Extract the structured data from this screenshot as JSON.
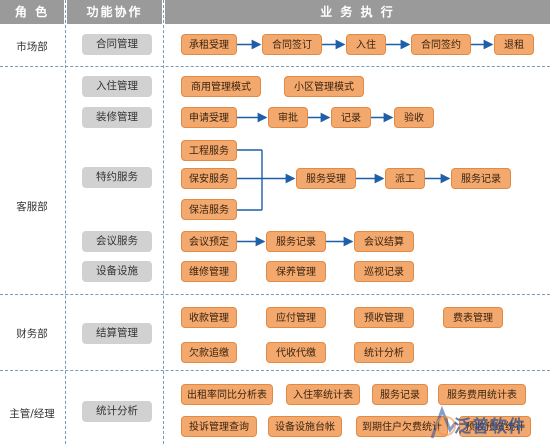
{
  "header": {
    "role": "角 色",
    "function": "功能协作",
    "execution": "业 务 执 行"
  },
  "roles": {
    "market": "市场部",
    "service": "客服部",
    "finance": "财务部",
    "manager": "主管/经理"
  },
  "functions": {
    "contract": "合同管理",
    "checkin": "入住管理",
    "renovation": "装修管理",
    "special": "特约服务",
    "meeting": "会议服务",
    "facility": "设备设施",
    "settlement": "结算管理",
    "stats": "统计分析"
  },
  "boxes": {
    "m1": "承租受理",
    "m2": "合同签订",
    "m3": "入住",
    "m4": "合同签约",
    "m5": "退租",
    "c1": "商用管理模式",
    "c2": "小区管理模式",
    "r1": "申请受理",
    "r2": "审批",
    "r3": "记录",
    "r4": "验收",
    "s1": "工程服务",
    "s2": "保安服务",
    "s3": "保洁服务",
    "s4": "服务受理",
    "s5": "派工",
    "s6": "服务记录",
    "h1": "会议预定",
    "h2": "服务记录",
    "h3": "会议结算",
    "f1": "维修管理",
    "f2": "保养管理",
    "f3": "巡视记录",
    "j1": "收款管理",
    "j2": "应付管理",
    "j3": "预收管理",
    "j4": "费表管理",
    "j5": "欠款追缴",
    "j6": "代收代缴",
    "j7": "统计分析",
    "t1": "出租率同比分析表",
    "t2": "入住率统计表",
    "t3": "服务记录",
    "t4": "服务费用统计表",
    "t5": "投诉管理查询",
    "t6": "设备设施台帐",
    "t7": "到期住户欠费统计",
    "t8": "预收预缴统计"
  },
  "watermark": {
    "text": "泛普软件"
  },
  "colors": {
    "box": "#f3a86d",
    "func": "#d1d1d1",
    "arrow": "#1f5fa8",
    "header": "#9a9a9a"
  }
}
